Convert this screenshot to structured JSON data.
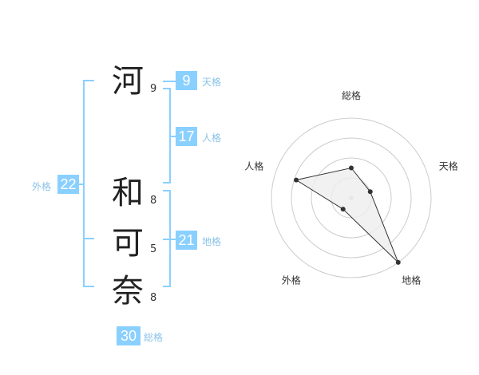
{
  "name": {
    "chars": [
      {
        "char": "河",
        "strokes": "9"
      },
      {
        "char": "和",
        "strokes": "8"
      },
      {
        "char": "可",
        "strokes": "5"
      },
      {
        "char": "奈",
        "strokes": "8"
      }
    ]
  },
  "fortune": {
    "tenkaku": {
      "value": "9",
      "label": "天格"
    },
    "jinkaku": {
      "value": "17",
      "label": "人格"
    },
    "chikaku": {
      "value": "21",
      "label": "地格"
    },
    "gaikaku": {
      "value": "22",
      "label": "外格"
    },
    "soukaku": {
      "value": "30",
      "label": "総格"
    }
  },
  "colors": {
    "accent": "#8ad0ff",
    "label": "#8ac3e8",
    "grid": "#cccccc",
    "fill": "#eeeeee"
  },
  "chart_data": {
    "type": "radar",
    "axes": [
      "総格",
      "天格",
      "地格",
      "外格",
      "人格"
    ],
    "levels": 4,
    "max": 4,
    "values": [
      1.5,
      1.0,
      4.0,
      0.7,
      2.9
    ]
  }
}
